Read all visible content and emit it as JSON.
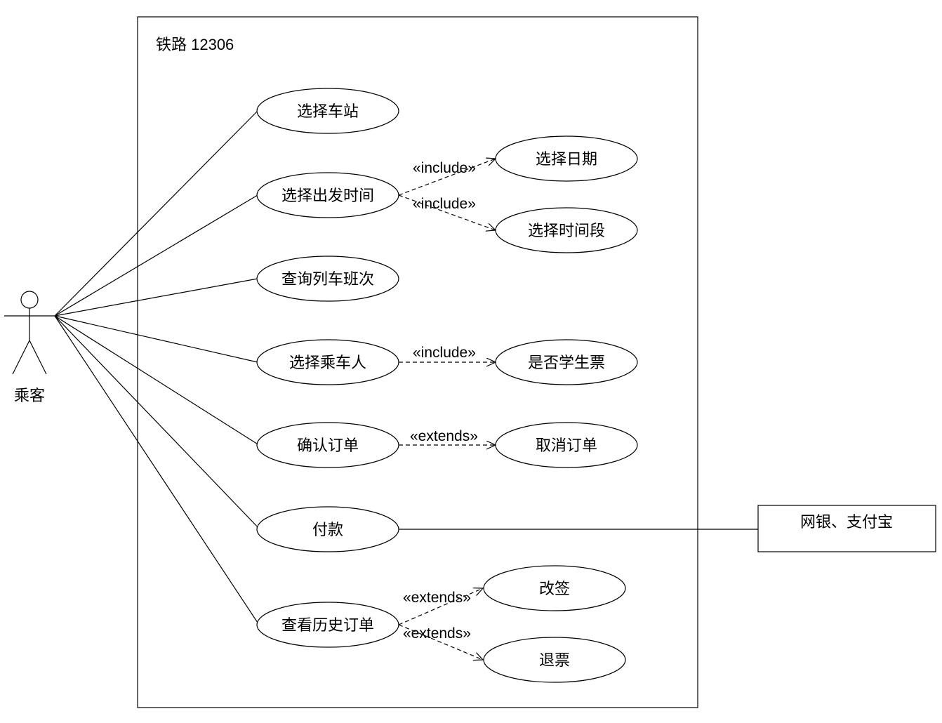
{
  "system": {
    "title": "铁路 12306"
  },
  "actors": {
    "passenger": "乘客",
    "bank": "网银、支付宝"
  },
  "use_cases": {
    "select_station": "选择车站",
    "select_departure_time": "选择出发时间",
    "query_trains": "查询列车班次",
    "select_passenger": "选择乘车人",
    "confirm_order": "确认订单",
    "pay": "付款",
    "view_history": "查看历史订单",
    "select_date": "选择日期",
    "select_time_period": "选择时间段",
    "is_student_ticket": "是否学生票",
    "cancel_order": "取消订单",
    "change_ticket": "改签",
    "refund": "退票"
  },
  "stereotypes": {
    "include": "«include»",
    "extends": "«extends»"
  }
}
